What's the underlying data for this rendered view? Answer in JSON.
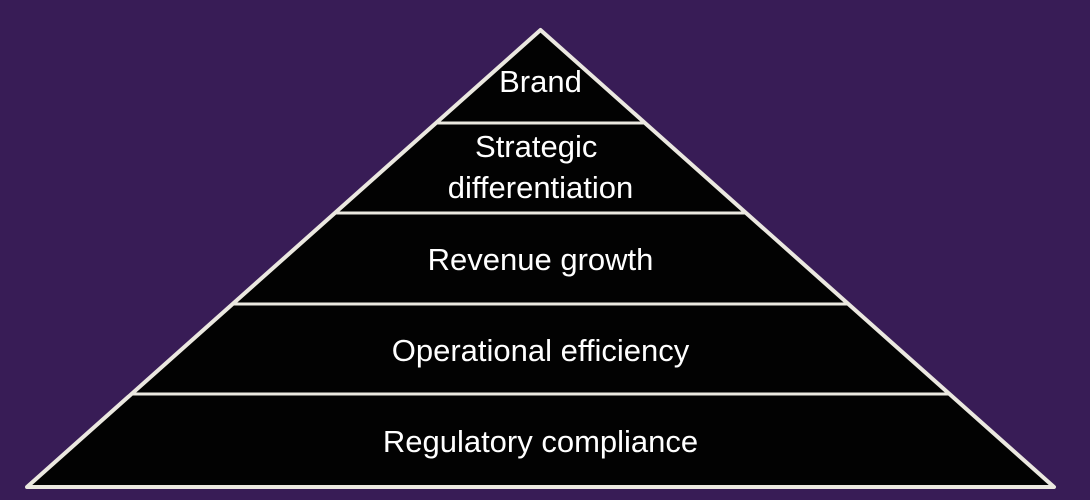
{
  "diagram": {
    "type": "pyramid",
    "levels": [
      {
        "label": "Brand",
        "lines": [
          "Brand"
        ]
      },
      {
        "label": "Strategic differentiation",
        "lines": [
          "Strategic",
          "differentiation"
        ]
      },
      {
        "label": "Revenue growth",
        "lines": [
          "Revenue growth"
        ]
      },
      {
        "label": "Operational efficiency",
        "lines": [
          "Operational efficiency"
        ]
      },
      {
        "label": "Regulatory compliance",
        "lines": [
          "Regulatory compliance"
        ]
      }
    ],
    "colors": {
      "background": "#381C56",
      "level_fill": "#020202",
      "outline": "#EBE8E0",
      "label_text": "#FFFFFF"
    }
  }
}
